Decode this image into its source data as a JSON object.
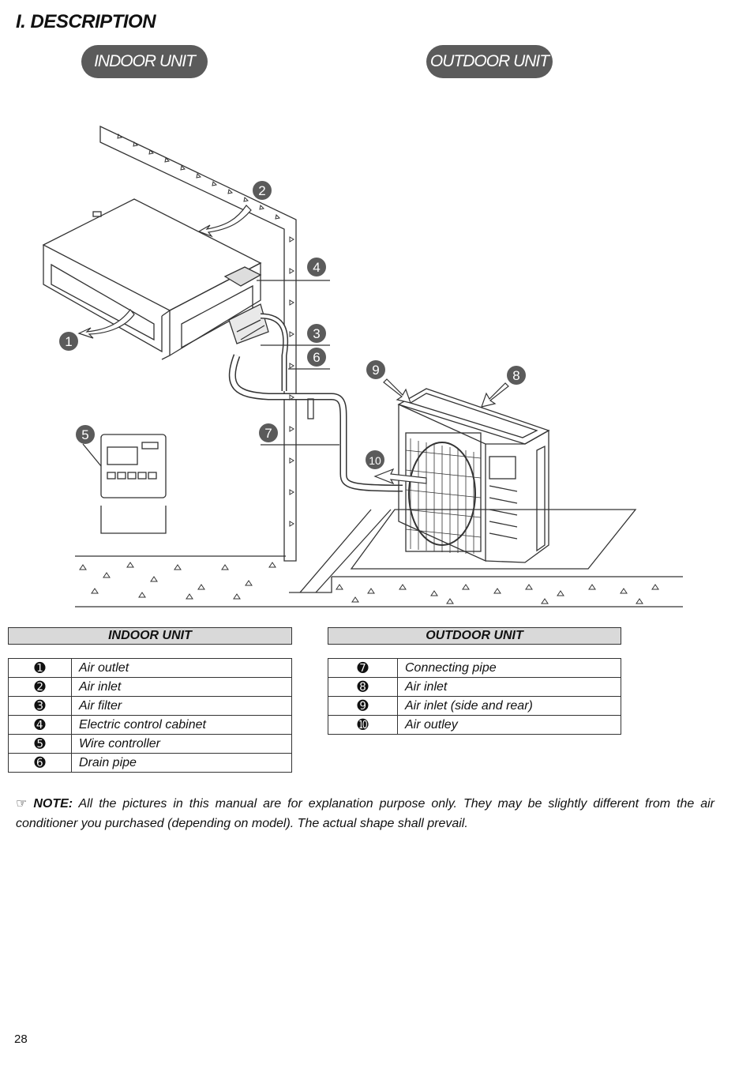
{
  "page": {
    "heading": "I. DESCRIPTION",
    "number": "28"
  },
  "labels": {
    "indoor": "INDOOR UNIT",
    "outdoor": "OUTDOOR UNIT"
  },
  "callouts": [
    "1",
    "2",
    "3",
    "4",
    "5",
    "6",
    "7",
    "8",
    "9",
    "10"
  ],
  "indoor_table": {
    "header": "INDOOR UNIT",
    "rows": [
      {
        "num": "➊",
        "text": "Air outlet"
      },
      {
        "num": "➋",
        "text": "Air inlet"
      },
      {
        "num": "➌",
        "text": "Air filter"
      },
      {
        "num": "➍",
        "text": "Electric control cabinet"
      },
      {
        "num": "➎",
        "text": "Wire controller"
      },
      {
        "num": "➏",
        "text": "Drain pipe"
      }
    ]
  },
  "outdoor_table": {
    "header": "OUTDOOR UNIT",
    "rows": [
      {
        "num": "➐",
        "text": "Connecting pipe"
      },
      {
        "num": "➑",
        "text": "Air inlet"
      },
      {
        "num": "➒",
        "text": "Air inlet (side and rear)"
      },
      {
        "num": "➓",
        "text": "Air outley"
      }
    ]
  },
  "note": {
    "icon": "☞",
    "label": "NOTE:",
    "text": " All the pictures in this manual are for explanation purpose only. They may be slightly different from the air conditioner you purchased (depending on model). The actual shape shall prevail."
  }
}
